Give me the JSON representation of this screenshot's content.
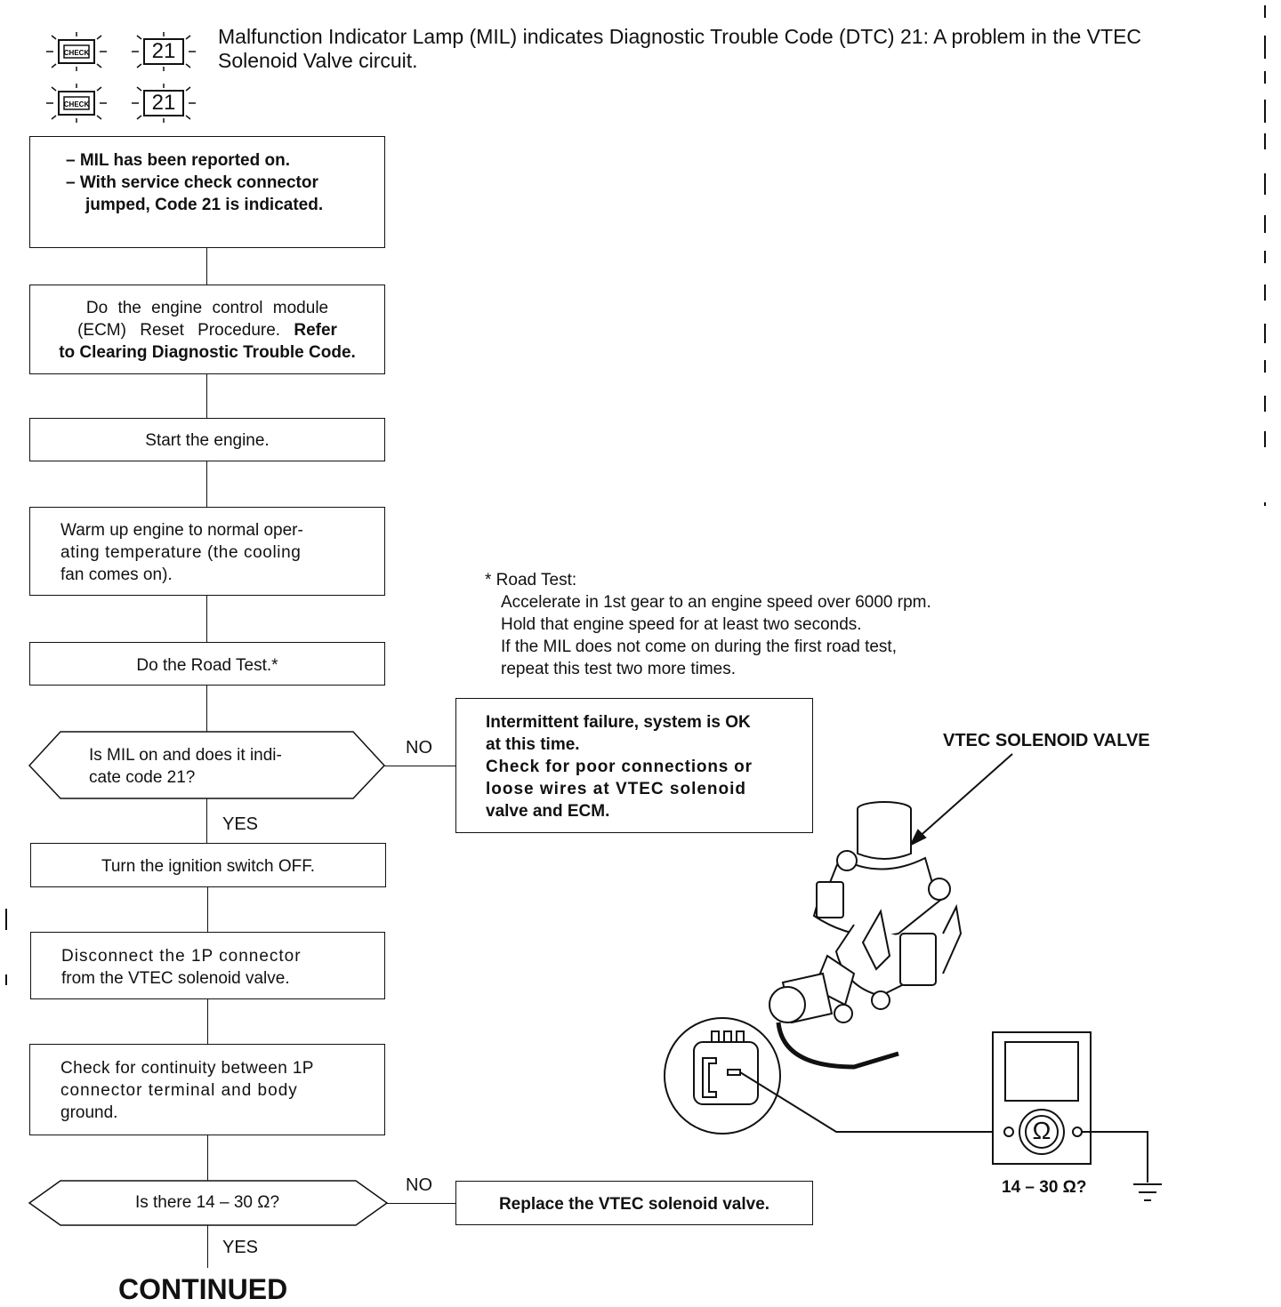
{
  "header": {
    "indicator_codes": [
      "21",
      "21"
    ],
    "description_line1": "Malfunction Indicator Lamp (MIL) indicates Diagnostic Trouble Code (DTC) 21: A problem in the VTEC",
    "description_line2": "Solenoid Valve circuit.",
    "check_icon_text": "CHECK"
  },
  "flow": {
    "step1": {
      "line1": "– MIL has been reported on.",
      "line2": "– With service check connector",
      "line3": "jumped, Code 21 is indicated."
    },
    "step2": {
      "line1": "Do the engine control module",
      "line2": "(ECM) Reset Procedure.",
      "line2_bold": "Refer",
      "line3": "to Clearing Diagnostic Trouble Code."
    },
    "step3": "Start the engine.",
    "step4": {
      "line1": "Warm up engine to normal oper-",
      "line2": "ating temperature (the cooling",
      "line3": "fan comes on)."
    },
    "step5": "Do the Road Test.*",
    "decision1": {
      "line1": "Is MIL on and does it indi-",
      "line2": "cate code 21?"
    },
    "decision1_no": "NO",
    "decision1_yes": "YES",
    "no_result1": {
      "line1": "Intermittent failure, system is OK",
      "line2": "at this time.",
      "line3": "Check for poor connections or",
      "line4": "loose wires at VTEC solenoid",
      "line5": "valve and ECM."
    },
    "step6": "Turn the ignition switch OFF.",
    "step7": {
      "line1": "Disconnect the 1P connector",
      "line2": "from the VTEC solenoid valve."
    },
    "step8": {
      "line1": "Check for continuity between 1P",
      "line2": "connector terminal and body",
      "line3": "ground."
    },
    "decision2": "Is there 14 – 30 Ω?",
    "decision2_no": "NO",
    "decision2_yes": "YES",
    "no_result2": "Replace the VTEC solenoid valve.",
    "continued": "CONTINUED"
  },
  "road_test": {
    "title": "* Road Test:",
    "line1": "Accelerate in 1st gear to an engine speed over 6000 rpm.",
    "line2": "Hold that engine speed for at least two seconds.",
    "line3": "If the MIL does not come on during the first road test,",
    "line4": "repeat this test two more times."
  },
  "illustration": {
    "valve_label": "VTEC SOLENOID VALVE",
    "meter_label": "14 – 30 Ω?",
    "ohm_symbol": "Ω"
  }
}
